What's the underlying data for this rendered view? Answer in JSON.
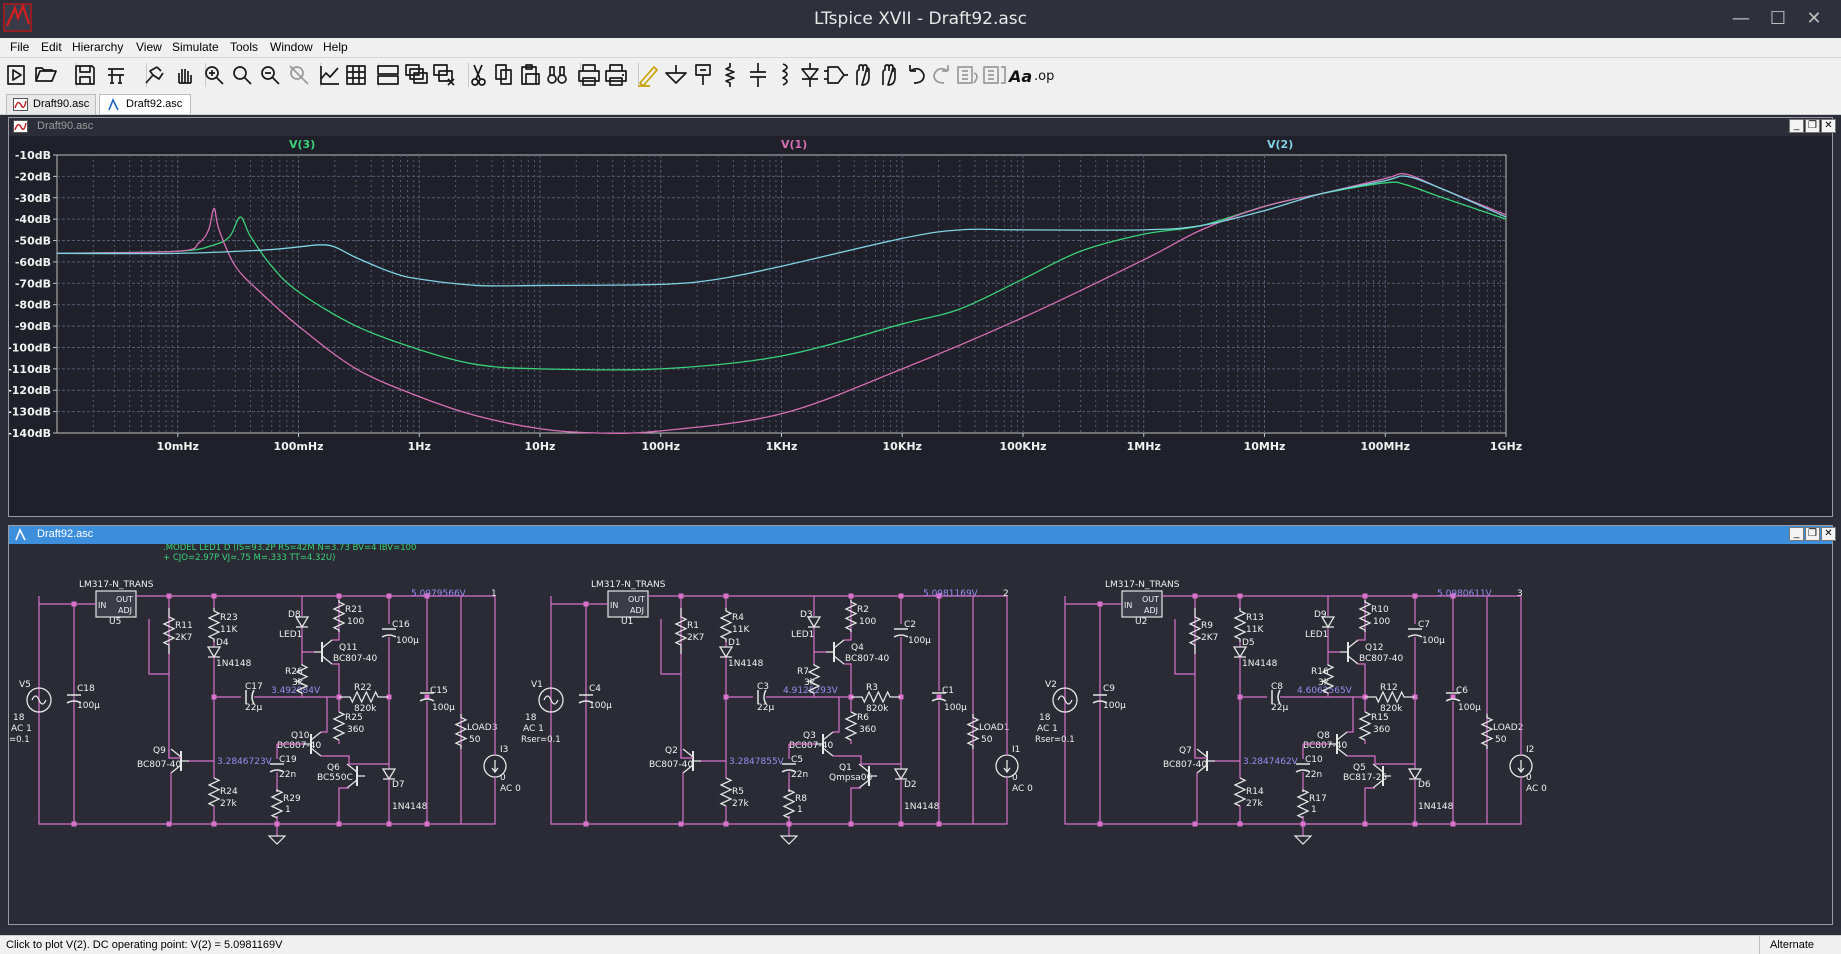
{
  "app": {
    "title": "LTspice XVII - Draft92.asc",
    "window_buttons": {
      "minimize": "—",
      "maximize": "☐",
      "close": "✕"
    }
  },
  "menu": [
    "File",
    "Edit",
    "Hierarchy",
    "View",
    "Simulate",
    "Tools",
    "Window",
    "Help"
  ],
  "toolbar": {
    "buttons": [
      "run-icon",
      "open-icon",
      "save-icon",
      "control-panel-icon",
      "halt-icon",
      "pan-hand-icon",
      "zoom-in-icon",
      "zoom-fit-icon",
      "zoom-out-icon",
      "zoom-cancel-icon",
      "autorange-icon",
      "grid-icon",
      "tile-horizontal-icon",
      "cascade-icon",
      "close-all-icon",
      "cut-icon",
      "copy-icon",
      "paste-icon",
      "find-icon",
      "print-icon",
      "print-setup-icon",
      "draw-wire-icon",
      "ground-icon",
      "label-net-icon",
      "resistor-icon",
      "capacitor-icon",
      "inductor-icon",
      "diode-icon",
      "component-icon",
      "move-icon",
      "drag-icon",
      "undo-icon",
      "redo-icon",
      "rotate-icon",
      "mirror-icon",
      "text-icon",
      "spice-directive-icon"
    ],
    "text_label": "Aa",
    "op_label": ".op"
  },
  "tabs": [
    {
      "label": "Draft90.asc",
      "icon": "waveform-tab-icon",
      "active": false
    },
    {
      "label": "Draft92.asc",
      "icon": "schematic-tab-icon",
      "active": true
    }
  ],
  "plot_window": {
    "title": "Draft90.asc",
    "controls": {
      "minimize": "_",
      "restore": "❐",
      "close": "✕"
    }
  },
  "schematic_window": {
    "title": "Draft92.asc",
    "controls": {
      "minimize": "_",
      "restore": "❐",
      "close": "✕"
    }
  },
  "chart_data": {
    "type": "line",
    "x_scale": "log",
    "xlim": [
      "1mHz",
      "1GHz"
    ],
    "ylim": [
      -140,
      -10
    ],
    "grid": true,
    "legend_placement": "top",
    "ytick_labels": [
      "-10dB",
      "-20dB",
      "-30dB",
      "-40dB",
      "-50dB",
      "-60dB",
      "-70dB",
      "-80dB",
      "-90dB",
      "-100dB",
      "-110dB",
      "-120dB",
      "-130dB",
      "-140dB"
    ],
    "xtick_labels": [
      "10mHz",
      "100mHz",
      "1Hz",
      "10Hz",
      "100Hz",
      "1KHz",
      "10KHz",
      "100KHz",
      "1MHz",
      "10MHz",
      "100MHz",
      "1GHz"
    ],
    "series": [
      {
        "name": "V(3)",
        "color": "#3ad27a",
        "x_hz": [
          0.001,
          0.01,
          0.02,
          0.027,
          0.033,
          0.04,
          0.06,
          0.1,
          0.3,
          1,
          3,
          10,
          100,
          1000,
          10000,
          30000,
          100000,
          300000,
          1000000,
          3000000,
          10000000,
          30000000,
          100000000,
          150000000,
          300000000,
          1000000000
        ],
        "y_db": [
          -56,
          -55,
          -52,
          -48,
          -39,
          -48,
          -62,
          -74,
          -90,
          -101,
          -108,
          -110,
          -110,
          -104,
          -89,
          -82,
          -68,
          -55,
          -47,
          -43,
          -34,
          -28,
          -23,
          -24,
          -30,
          -40
        ]
      },
      {
        "name": "V(1)",
        "color": "#d66fb4",
        "x_hz": [
          0.001,
          0.01,
          0.015,
          0.018,
          0.02,
          0.022,
          0.03,
          0.05,
          0.1,
          0.3,
          1,
          3,
          10,
          30,
          100,
          1000,
          10000,
          100000,
          1000000,
          3000000,
          10000000,
          30000000,
          100000000,
          150000000,
          300000000,
          1000000000
        ],
        "y_db": [
          -56,
          -55,
          -51,
          -45,
          -35,
          -45,
          -62,
          -75,
          -90,
          -110,
          -123,
          -132,
          -138,
          -140,
          -139,
          -131,
          -110,
          -86,
          -59,
          -45,
          -34,
          -28,
          -21,
          -19,
          -26,
          -38
        ]
      },
      {
        "name": "V(2)",
        "color": "#7fd3e3",
        "x_hz": [
          0.001,
          0.01,
          0.05,
          0.1,
          0.15,
          0.2,
          0.3,
          0.6,
          1,
          3,
          10,
          100,
          300,
          1000,
          10000,
          30000,
          100000,
          1000000,
          3000000,
          10000000,
          30000000,
          100000000,
          150000000,
          300000000,
          1000000000
        ],
        "y_db": [
          -56,
          -56,
          -54.5,
          -53,
          -52,
          -53,
          -58,
          -65,
          -68,
          -71,
          -71,
          -70.5,
          -68,
          -62,
          -49,
          -45,
          -45,
          -45,
          -43,
          -36,
          -28,
          -22,
          -20,
          -26,
          -39
        ]
      }
    ]
  },
  "schematic": {
    "directives": [
      ".MODEL LED1 D (IS=93.2P RS=42M N=3.73 BV=4 IBV=100",
      "+ CJO=2.97P VJ=.75 M=.333 TT=4.32U)"
    ],
    "blocks": [
      {
        "reg_model": "LM317-N_TRANS",
        "reg_ref": "U5",
        "reg_in": "IN",
        "reg_out": "OUT",
        "reg_adj": "ADJ",
        "out_voltage": "5.0979566V",
        "node": "1",
        "src_ref": "V5",
        "src_val": "18",
        "src_ac": "AC 1",
        "src_extra": "=0.1",
        "cin_ref": "C18",
        "cin_val": "100µ",
        "ra_ref": "R11",
        "ra_val": "2K7",
        "rb_ref": "R23",
        "rb_val": "11K",
        "da_ref": "D4",
        "da_model": "1N4148",
        "led_ref": "D8",
        "led_model": "LED1",
        "rc_ref": "R21",
        "rc_val": "100",
        "qa_ref": "Q11",
        "qa_model": "BC807-40",
        "cout_ref": "C16",
        "cout_val": "100µ",
        "rd_ref": "R26",
        "rd_val": "3k",
        "cm_ref": "C17",
        "cm_val": "22µ",
        "mid_voltage": "3.492084V",
        "re_ref": "R22",
        "re_val": "820k",
        "rf_ref": "R25",
        "rf_val": "360",
        "cl_ref": "C15",
        "cl_val": "100µ",
        "load_ref": "LOAD3",
        "load_val": "50",
        "qb_ref": "Q9",
        "qb_model": "BC807-40",
        "base_voltage": "3.2846723V",
        "qc_ref": "Q10",
        "qc_model": "BC807-40",
        "cs_ref": "C19",
        "cs_val": "22n",
        "qd_ref": "Q6",
        "qd_model": "BC550C",
        "db_ref": "D7",
        "db_model": "1N4148",
        "isrc_ref": "I3",
        "isrc_val": "0",
        "isrc_ac": "AC 0",
        "rg_ref": "R24",
        "rg_val": "27k",
        "rh_ref": "R29",
        "rh_val": "1"
      },
      {
        "reg_model": "LM317-N_TRANS",
        "reg_ref": "U1",
        "reg_in": "IN",
        "reg_out": "OUT",
        "reg_adj": "ADJ",
        "out_voltage": "5.0981169V",
        "node": "2",
        "src_ref": "V1",
        "src_val": "18",
        "src_ac": "AC 1",
        "src_extra": "Rser=0.1",
        "cin_ref": "C4",
        "cin_val": "100µ",
        "ra_ref": "R1",
        "ra_val": "2K7",
        "rb_ref": "R4",
        "rb_val": "11K",
        "da_ref": "D1",
        "da_model": "1N4148",
        "led_ref": "D3",
        "led_model": "LED1",
        "rc_ref": "R2",
        "rc_val": "100",
        "qa_ref": "Q4",
        "qa_model": "BC807-40",
        "cout_ref": "C2",
        "cout_val": "100µ",
        "rd_ref": "R7",
        "rd_val": "3k",
        "cm_ref": "C3",
        "cm_val": "22µ",
        "mid_voltage": "4.9125293V",
        "re_ref": "R3",
        "re_val": "820k",
        "rf_ref": "R6",
        "rf_val": "360",
        "cl_ref": "C1",
        "cl_val": "100µ",
        "load_ref": "LOAD1",
        "load_val": "50",
        "qb_ref": "Q2",
        "qb_model": "BC807-40",
        "base_voltage": "3.2847855V",
        "qc_ref": "Q3",
        "qc_model": "BC807-40",
        "cs_ref": "C5",
        "cs_val": "22n",
        "qd_ref": "Q1",
        "qd_model": "Qmpsa06",
        "db_ref": "D2",
        "db_model": "1N4148",
        "isrc_ref": "I1",
        "isrc_val": "0",
        "isrc_ac": "AC 0",
        "rg_ref": "R5",
        "rg_val": "27k",
        "rh_ref": "R8",
        "rh_val": "1"
      },
      {
        "reg_model": "LM317-N_TRANS",
        "reg_ref": "U2",
        "reg_in": "IN",
        "reg_out": "OUT",
        "reg_adj": "ADJ",
        "out_voltage": "5.0980611V",
        "node": "3",
        "src_ref": "V2",
        "src_val": "18",
        "src_ac": "AC 1",
        "src_extra": "Rser=0.1",
        "cin_ref": "C9",
        "cin_val": "100µ",
        "ra_ref": "R9",
        "ra_val": "2K7",
        "rb_ref": "R13",
        "rb_val": "11K",
        "da_ref": "D5",
        "da_model": "1N4148",
        "led_ref": "D9",
        "led_model": "LED1",
        "rc_ref": "R10",
        "rc_val": "100",
        "qa_ref": "Q12",
        "qa_model": "BC807-40",
        "cout_ref": "C7",
        "cout_val": "100µ",
        "rd_ref": "R16",
        "rd_val": "3k",
        "cm_ref": "C8",
        "cm_val": "22µ",
        "mid_voltage": "4.6062565V",
        "re_ref": "R12",
        "re_val": "820k",
        "rf_ref": "R15",
        "rf_val": "360",
        "cl_ref": "C6",
        "cl_val": "100µ",
        "load_ref": "LOAD2",
        "load_val": "50",
        "qb_ref": "Q7",
        "qb_model": "BC807-40",
        "base_voltage": "3.2847462V",
        "qc_ref": "Q8",
        "qc_model": "BC807-40",
        "cs_ref": "C10",
        "cs_val": "22n",
        "qd_ref": "Q5",
        "qd_model": "BC817-25",
        "db_ref": "D6",
        "db_model": "1N4148",
        "isrc_ref": "I2",
        "isrc_val": "0",
        "isrc_ac": "AC 0",
        "rg_ref": "R14",
        "rg_val": "27k",
        "rh_ref": "R17",
        "rh_val": "1"
      }
    ]
  },
  "status": {
    "message": "Click to plot V(2).  DC operating point: V(2) = 5.0981169V",
    "mode": "Alternate"
  },
  "colors": {
    "plot_bg": "#1f2029",
    "grid": "#555a72",
    "axis_text": "#f2f2f2",
    "wire": "#d872cc",
    "component": "#e6e6e6",
    "schematic_text": "#f0f0f0",
    "voltage_annot": "#9a8bf0",
    "directive": "#3bd07a",
    "accent_blue": "#3d8edb"
  }
}
